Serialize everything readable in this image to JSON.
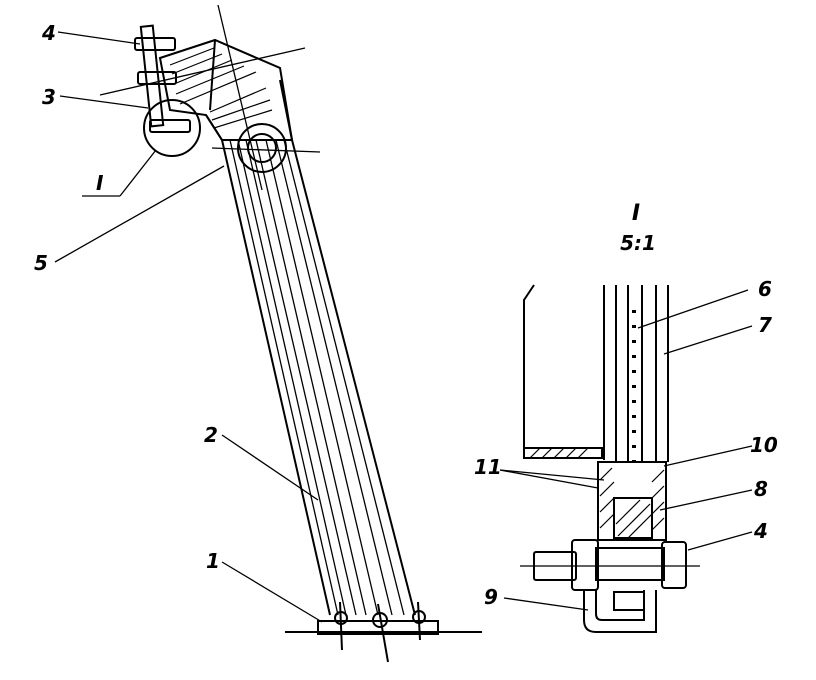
{
  "callouts": [
    {
      "id": "c1",
      "text": "1"
    },
    {
      "id": "c2",
      "text": "2"
    },
    {
      "id": "c3",
      "text": "3"
    },
    {
      "id": "c4a",
      "text": "4"
    },
    {
      "id": "c4b",
      "text": "4"
    },
    {
      "id": "c5",
      "text": "5"
    },
    {
      "id": "c6",
      "text": "6"
    },
    {
      "id": "c7",
      "text": "7"
    },
    {
      "id": "c8",
      "text": "8"
    },
    {
      "id": "c9",
      "text": "9"
    },
    {
      "id": "c10",
      "text": "10"
    },
    {
      "id": "c11",
      "text": "11"
    }
  ],
  "detail": {
    "marker": "I",
    "view_title": "I",
    "scale": "5:1"
  }
}
